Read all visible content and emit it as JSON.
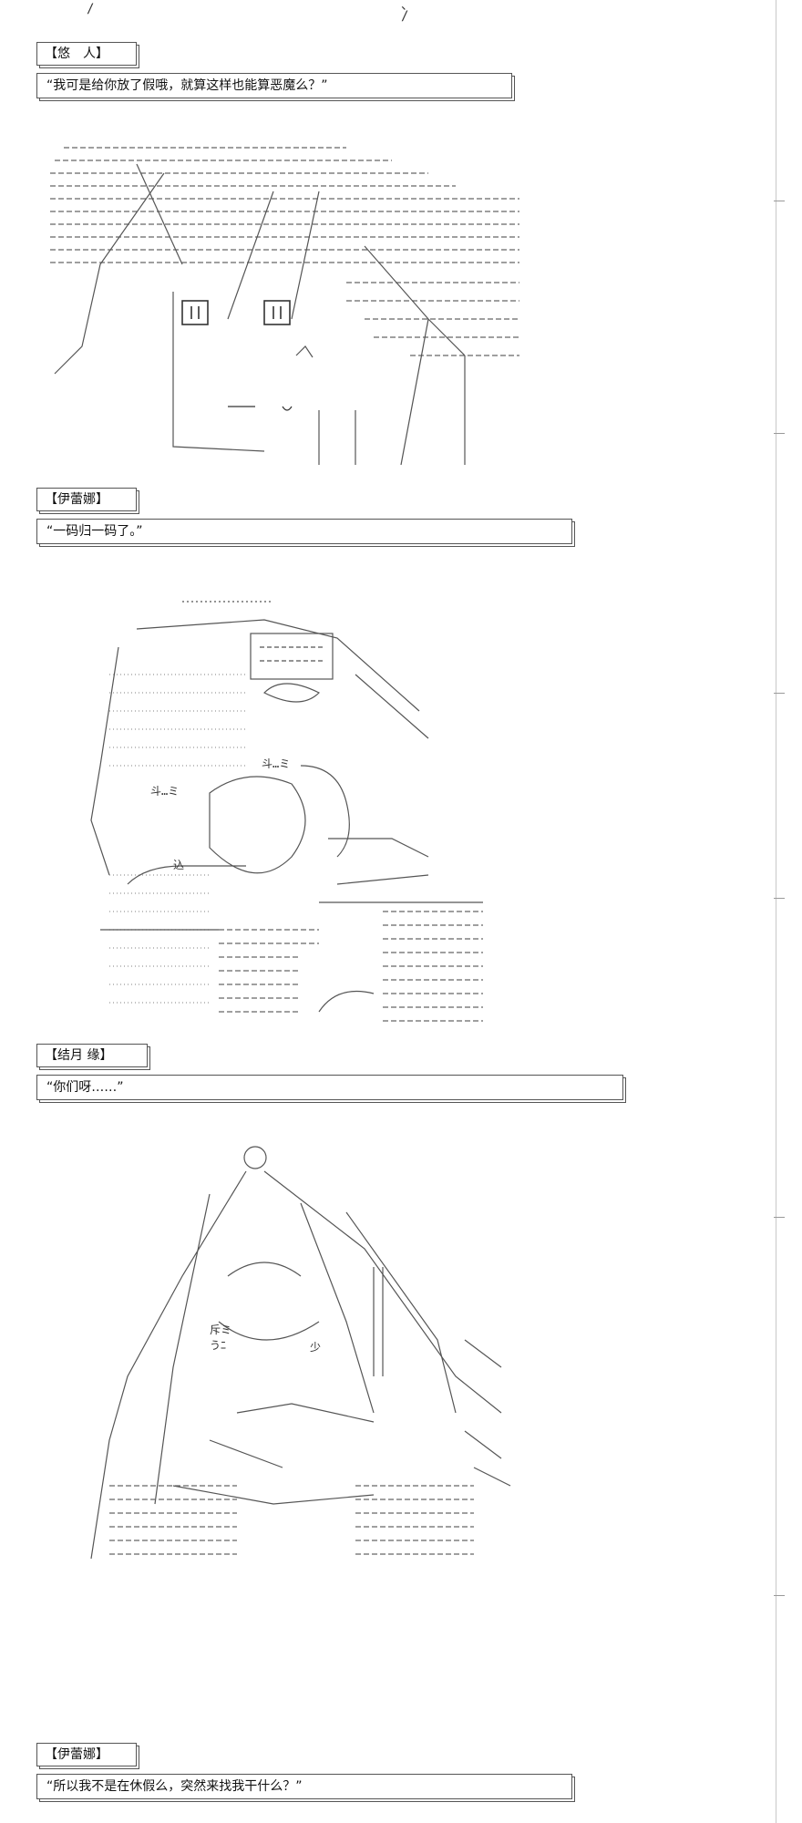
{
  "panels": [
    {
      "speaker": "【悠　人】",
      "line": "“我可是给你放了假哦，就算这样也能算恶魔么？”"
    },
    {
      "speaker": "【伊蕾娜】",
      "line": "“一码归一码了。”"
    },
    {
      "speaker": "【结月 缘】",
      "line": "“你们呀……”"
    },
    {
      "speaker": "【伊蕾娜】",
      "line": "“所以我不是在休假么，突然来找我干什么？”"
    }
  ],
  "art_text": {
    "top_left": "/",
    "top_right": "、\n/",
    "art2_a": "斗…ミ",
    "art2_b": "斗…ミ",
    "art2_c": "込",
    "art3_a": "斥ミ",
    "art3_b": "うﾆ",
    "art3_c": "少"
  }
}
